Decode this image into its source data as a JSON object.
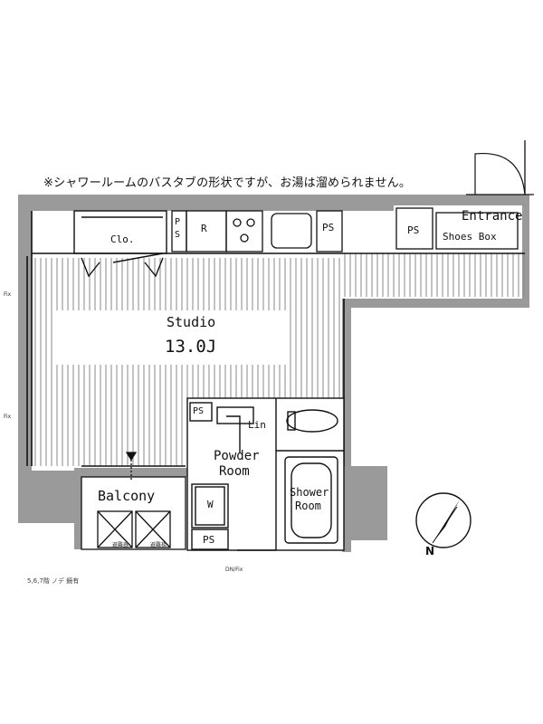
{
  "notice": "※シャワールームのバスタブの形状ですが、お湯は溜められません。",
  "rooms": {
    "entrance": "Entrance",
    "shoes_box": "Shoes Box",
    "closet": "Clo.",
    "studio": "Studio",
    "studio_size": "13.0J",
    "balcony": "Balcony",
    "powder_room_line1": "Powder",
    "powder_room_line2": "Room",
    "shower_room_line1": "Shower",
    "shower_room_line2": "Room",
    "linen": "Lin",
    "refrigerator": "R",
    "washer": "W",
    "ps_top_left": "P",
    "ps_top_left_2": "S",
    "ps_kitchen": "PS",
    "ps_entrance": "PS",
    "ps_powder": "PS",
    "ps_bottom": "PS"
  },
  "annotations": {
    "fix_upper": "Fix",
    "fix_lower": "Fix",
    "dn_fix": "DN/Fix",
    "footer": "5,6,7階 ノデ 鏡有",
    "balcony_unit_1": "避難器",
    "balcony_unit_2": "避難梯"
  },
  "compass": {
    "north": "N"
  }
}
